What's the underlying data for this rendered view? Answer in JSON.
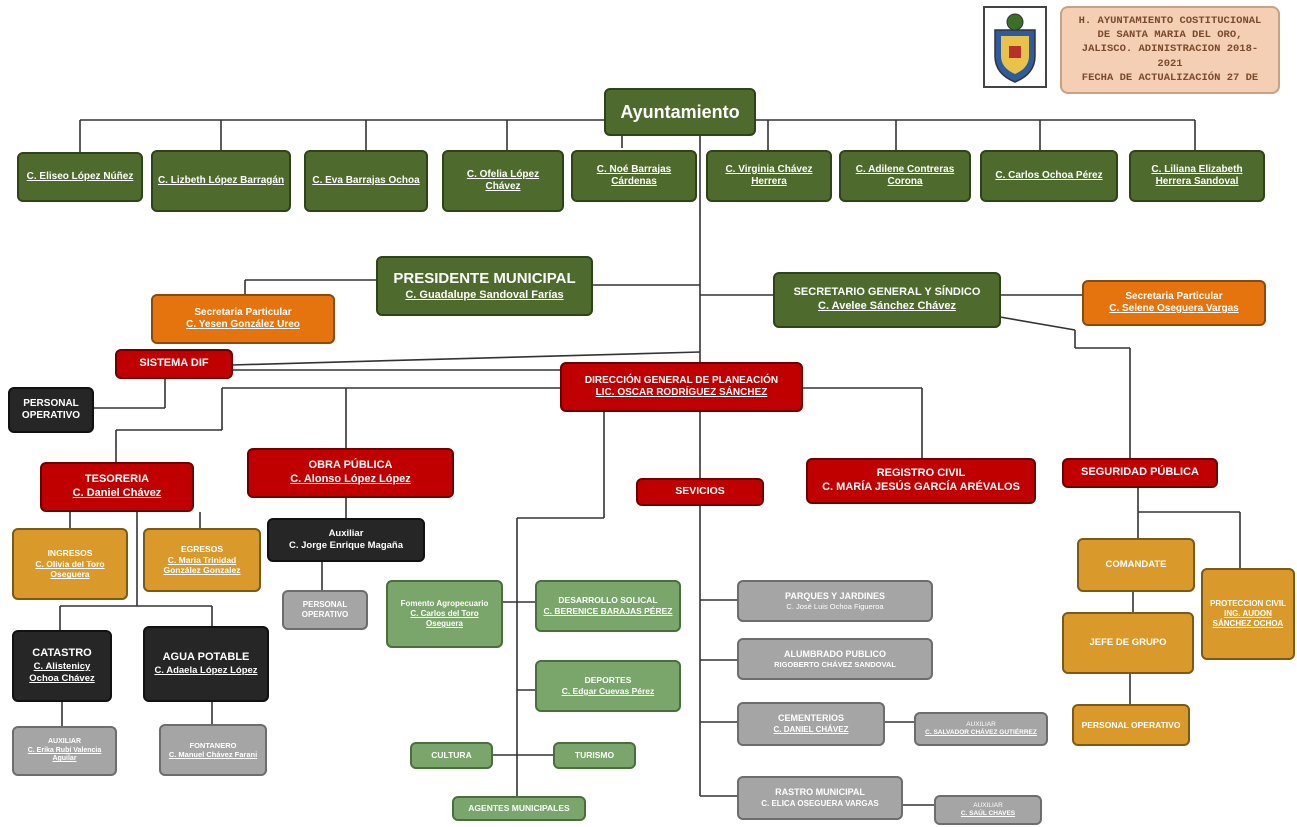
{
  "header": {
    "title_lines": [
      "H. AYUNTAMIENTO COSTITUCIONAL",
      "DE SANTA MARIA DEL ORO,",
      "JALISCO. ADINISTRACION 2018-",
      "2021",
      "FECHA DE ACTUALIZACIÓN 27 DE"
    ]
  },
  "ayuntamiento": {
    "label": "Ayuntamiento"
  },
  "regidores": [
    {
      "name": "C. Eliseo López Núñez"
    },
    {
      "name": "C. Lizbeth López Barragán"
    },
    {
      "name": "C. Eva Barrajas Ochoa"
    },
    {
      "name": "C. Ofelia López Chávez"
    },
    {
      "name": "C. Noé Barrajas Cárdenas"
    },
    {
      "name": "C. Virginia Chávez Herrera"
    },
    {
      "name": "C. Adilene Contreras Corona"
    },
    {
      "name": "C. Carlos Ochoa Pérez"
    },
    {
      "name": "C. Liliana Elizabeth Herrera Sandoval"
    }
  ],
  "presidente": {
    "title": "PRESIDENTE MUNICIPAL",
    "name": "C. Guadalupe Sandoval Farías"
  },
  "secretaria_particular_pres": {
    "title": "Secretaria Particular",
    "name": "C. Yesen González Ureo"
  },
  "secretario": {
    "title": "SECRETARIO GENERAL Y SÍNDICO",
    "name": "C. Avelee Sánchez Chávez"
  },
  "secretaria_particular_sec": {
    "title": "Secretaria Particular",
    "name": "C. Selene Oseguera Vargas"
  },
  "dif": {
    "title": "SISTEMA DIF"
  },
  "personal_operativo_dif": {
    "title": "PERSONAL OPERATIVO"
  },
  "planeacion": {
    "title": "DIRECCIÓN GENERAL DE PLANEACIÓN",
    "name": "LIC. OSCAR RODRÍGUEZ SÁNCHEZ"
  },
  "tesoreria": {
    "title": "TESORERIA",
    "name": "C. Daniel Chávez"
  },
  "ingresos": {
    "title": "INGRESOS",
    "name": "C. Olivia del Toro Oseguera"
  },
  "egresos": {
    "title": "EGRESOS",
    "name": "C. Maria Trinidad González Gonzalez"
  },
  "catastro": {
    "title": "CATASTRO",
    "name": "C. Alistenicy Ochoa Chávez"
  },
  "agua": {
    "title": "AGUA POTABLE",
    "name": "C. Adaela López López"
  },
  "auxiliar_catastro": {
    "title": "AUXILIAR",
    "name": "C. Erika Rubí Valencia Aguilar"
  },
  "fontanero": {
    "title": "FONTANERO",
    "name": "C. Manuel Chávez Farani"
  },
  "obra": {
    "title": "OBRA PÚBLICA",
    "name": "C. Alonso López López"
  },
  "auxiliar_obra": {
    "title": "Auxiliar",
    "name": "C. Jorge Enrique Magaña"
  },
  "personal_operativo_obra": {
    "title": "PERSONAL OPERATIVO"
  },
  "fomento": {
    "title": "Fomento Agropecuario",
    "name": "C. Carlos del Toro Oseguera"
  },
  "desarrollo": {
    "title": "DESARROLLO SOLICAL",
    "name": "C. BERENICE BARAJAS PÉREZ"
  },
  "deportes": {
    "title": "DEPORTES",
    "name": "C. Edgar Cuevas Pérez"
  },
  "cultura": {
    "title": "CULTURA"
  },
  "turismo": {
    "title": "TURISMO"
  },
  "agentes": {
    "title": "AGENTES MUNICIPALES"
  },
  "servicios": {
    "title": "SEVICIOS"
  },
  "parques": {
    "title": "PARQUES Y JARDINES",
    "name": "C. José Luis Ochoa Figueroa"
  },
  "alumbrado": {
    "title": "ALUMBRADO PUBLICO",
    "name": "RIGOBERTO CHÁVEZ SANDOVAL"
  },
  "cementerios": {
    "title": "CEMENTERIOS",
    "name": "C. DANIEL CHÁVEZ"
  },
  "auxiliar_cem": {
    "title": "AUXILIAR",
    "name": "C. SALVADOR CHÁVEZ GUTIÉRREZ"
  },
  "rastro": {
    "title": "RASTRO MUNICIPAL",
    "name": "C. ELICA OSEGUERA VARGAS"
  },
  "auxiliar_rastro": {
    "title": "AUXILIAR",
    "name": "C. SAÚL CHAVES"
  },
  "registro": {
    "title": "REGISTRO CIVIL",
    "name": "C. MARÍA JESÚS GARCÍA ARÉVALOS"
  },
  "seguridad": {
    "title": "SEGURIDAD PÚBLICA"
  },
  "comandante": {
    "title": "COMANDATE"
  },
  "jefe": {
    "title": "JEFE DE GRUPO"
  },
  "personal_operativo_seg": {
    "title": "PERSONAL OPERATIVO"
  },
  "proteccion": {
    "title": "PROTECCION CIVIL",
    "name": "ING. AUDON SÁNCHEZ OCHOA"
  }
}
